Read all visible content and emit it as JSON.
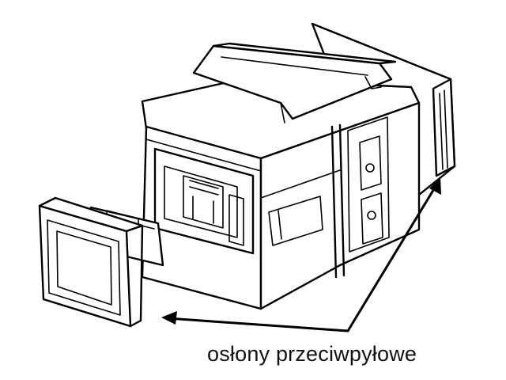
{
  "caption": {
    "text": "osłony przeciwpyłowe"
  },
  "colors": {
    "line": "#000000",
    "fill": "#ffffff",
    "text": "#111111"
  },
  "parts": {
    "main_body": "keystone-coupler-body",
    "left_cap": "dust-cap-left",
    "right_cap": "dust-cap-right"
  }
}
